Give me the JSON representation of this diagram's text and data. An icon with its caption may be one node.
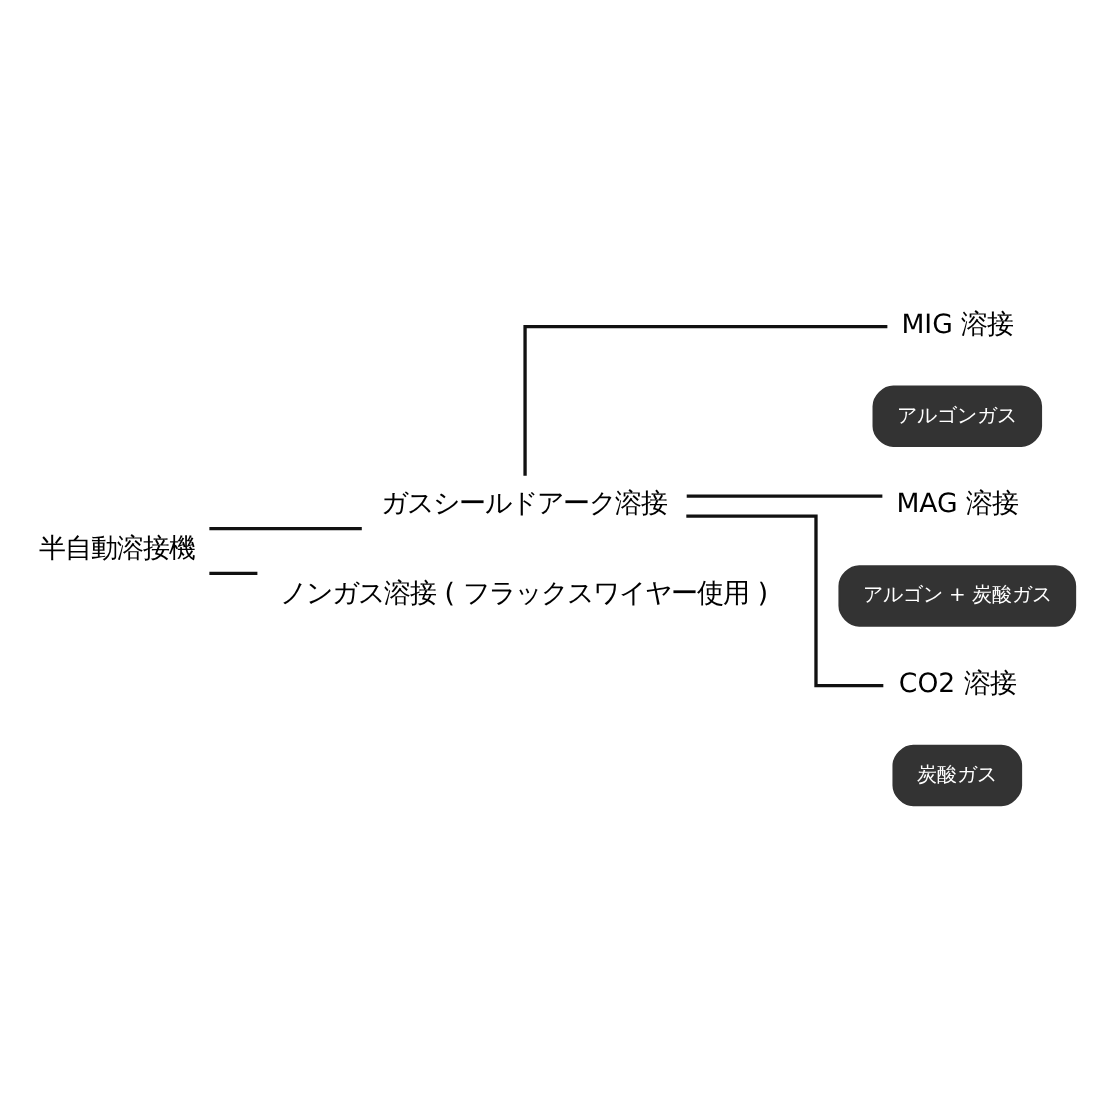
{
  "diagram": {
    "nodes": [
      {
        "text": [
          "半自動溶接機"
        ]
      },
      {
        "text": [
          "ガスシールドアーク溶接"
        ]
      },
      {
        "text": [
          "MIG 溶接"
        ]
      },
      {
        "text": [
          "MAG 溶接"
        ]
      },
      {
        "text": [
          "CO2 溶接"
        ]
      },
      {
        "text": [
          "ノンガス溶接 ( フラックスワイヤー使用 )"
        ]
      },
      {
        "text": [
          "アルゴンガス"
        ]
      },
      {
        "text": [
          "アルゴン + 炭酸ガス"
        ]
      },
      {
        "text": [
          "炭酸ガス"
        ]
      }
    ],
    "edges": [
      {
        "from": 0,
        "to": 1,
        "arrow": "none"
      },
      {
        "from": 1,
        "to": 2,
        "arrow": "none"
      },
      {
        "from": 1,
        "to": 3,
        "arrow": "none"
      },
      {
        "from": 1,
        "to": 4,
        "arrow": "none"
      },
      {
        "from": 0,
        "to": 5,
        "arrow": "none"
      }
    ]
  }
}
